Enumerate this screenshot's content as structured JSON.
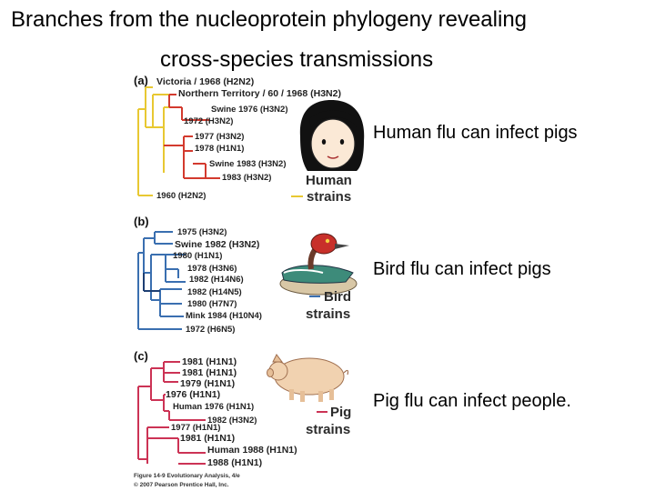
{
  "title_line1": "Branches from the nucleoprotein phylogeny  revealing",
  "title_line2": "cross-species transmissions",
  "panels": [
    {
      "label": "(a)",
      "color": "#e8c832",
      "strain_word1": "Human",
      "strain_word2": "strains",
      "caption": "Human flu can infect pigs",
      "leaves": [
        "Victoria / 1968 (H2N2)",
        "Northern Territory / 60 / 1968 (H3N2)",
        "Swine 1976 (H3N2)",
        "1972 (H3N2)",
        "1977 (H3N2)",
        "1978 (H1N1)",
        "Swine 1983 (H3N2)",
        "1983 (H3N2)",
        "1960 (H2N2)"
      ]
    },
    {
      "label": "(b)",
      "color": "#3a6fb0",
      "strain_word1": "Bird",
      "strain_word2": "strains",
      "caption": "Bird flu can infect pigs",
      "leaves": [
        "1975 (H3N2)",
        "Swine 1982 (H3N2)",
        "1980 (H1N1)",
        "1978 (H3N6)",
        "1982 (H14N6)",
        "1982 (H14N5)",
        "1980 (H7N7)",
        "Mink 1984 (H10N4)",
        "1972 (H6N5)"
      ]
    },
    {
      "label": "(c)",
      "color": "#cc3355",
      "strain_word1": "Pig",
      "strain_word2": "strains",
      "caption": "Pig flu can infect people.",
      "leaves": [
        "1981 (H1N1)",
        "1981 (H1N1)",
        "1979 (H1N1)",
        "1976 (H1N1)",
        "Human 1976 (H1N1)",
        "1982 (H3N2)",
        "1977 (H1N1)",
        "1981 (H1N1)",
        "Human 1988 (H1N1)",
        "1988 (H1N1)"
      ]
    }
  ],
  "credit_line1": "Figure 14-9 Evolutionary Analysis, 4/e",
  "credit_line2": "© 2007 Pearson Prentice Hall, Inc."
}
